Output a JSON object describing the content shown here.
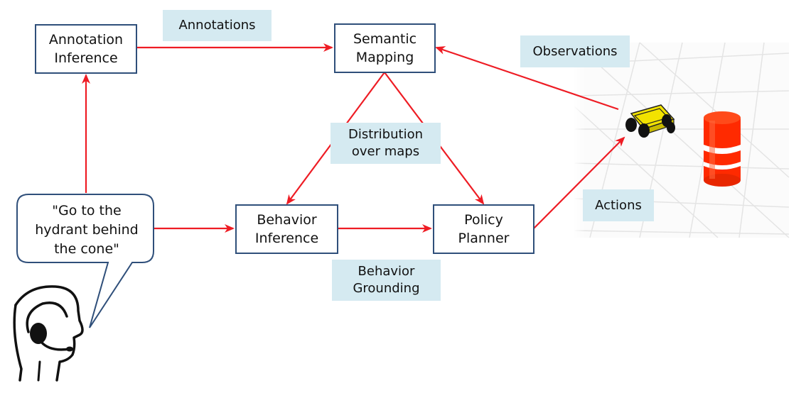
{
  "nodes": {
    "annotation_inference": [
      "Annotation",
      "Inference"
    ],
    "semantic_mapping": [
      "Semantic",
      "Mapping"
    ],
    "behavior_inference": [
      "Behavior",
      "Inference"
    ],
    "policy_planner": [
      "Policy",
      "Planner"
    ]
  },
  "edge_labels": {
    "annotations": "Annotations",
    "observations": "Observations",
    "distribution_over_maps": [
      "Distribution",
      "over maps"
    ],
    "actions": "Actions",
    "behavior_grounding": [
      "Behavior",
      "Grounding"
    ]
  },
  "speech_bubble": [
    "\"Go to the",
    "hydrant behind",
    "the cone\""
  ],
  "colors": {
    "arrow": "#ee1c24",
    "box_border": "#2f4f7a",
    "label_bg": "#d5eaf1",
    "bubble_border": "#2f4f7a"
  },
  "icons": [
    "operator-headset-icon",
    "robot-icon",
    "traffic-cone-icon",
    "ground-grid"
  ]
}
